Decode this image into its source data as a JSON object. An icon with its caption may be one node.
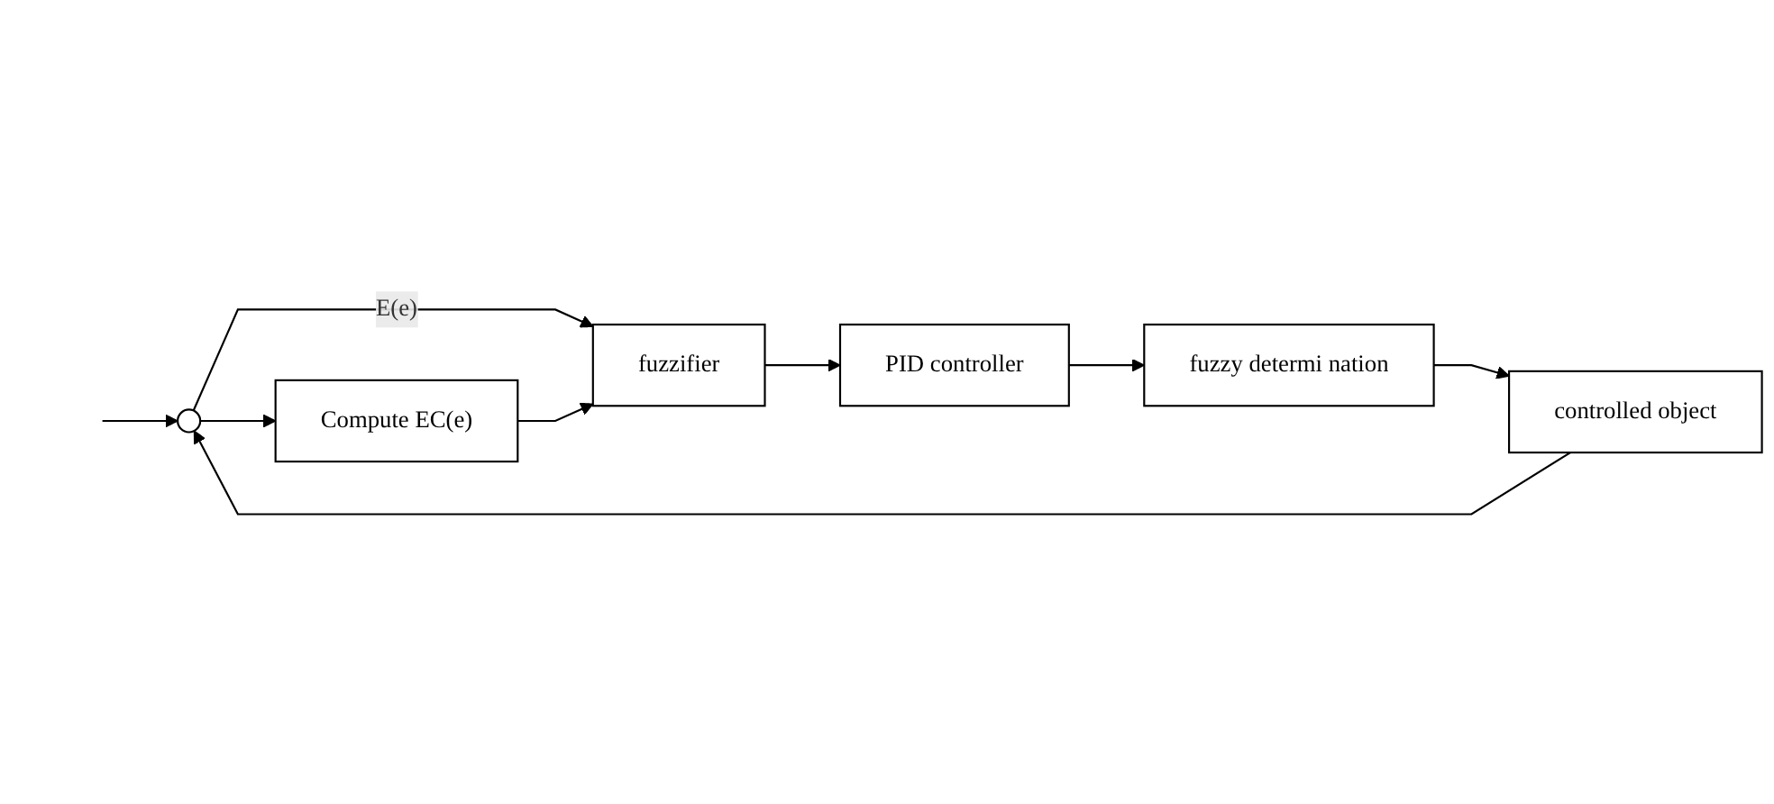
{
  "diagram": {
    "nodes": [
      {
        "text": [],
        "shape": "circle"
      },
      {
        "text": [
          "Compute EC(e)"
        ]
      },
      {
        "text": [
          "fuzzifier"
        ]
      },
      {
        "text": [
          "PID controller"
        ]
      },
      {
        "text": [
          "fuzzy determi nation"
        ]
      },
      {
        "text": [
          "controlled object"
        ]
      }
    ],
    "edges": [
      {
        "from": null,
        "to": 0,
        "arrow": "to"
      },
      {
        "from": 0,
        "to": 2,
        "label": "E(e)",
        "arrow": "to"
      },
      {
        "from": 0,
        "to": 1,
        "arrow": "to"
      },
      {
        "from": 1,
        "to": 2,
        "arrow": "to"
      },
      {
        "from": 2,
        "to": 3,
        "arrow": "to"
      },
      {
        "from": 3,
        "to": 4,
        "arrow": "to"
      },
      {
        "from": 4,
        "to": 5,
        "arrow": "to"
      },
      {
        "from": 5,
        "to": 0,
        "arrow": "to"
      }
    ]
  }
}
